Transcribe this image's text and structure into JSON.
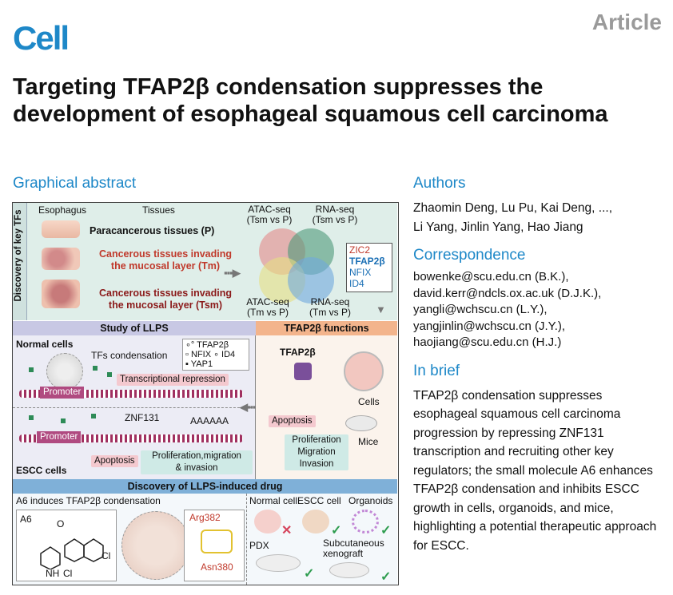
{
  "header": {
    "logo": "Cell",
    "label": "Article",
    "title": "Targeting TFAP2β condensation suppresses the development of esophageal squamous cell carcinoma"
  },
  "graphical_abstract": {
    "heading": "Graphical abstract",
    "side_label": "Discovery of key TFs",
    "col_esophagus": "Esophagus",
    "col_tissues": "Tissues",
    "tissue_p": "Paracancerous tissues (P)",
    "tissue_tm_1": "Cancerous tissues invading",
    "tissue_tm_2": "the mucosal layer (Tm)",
    "tissue_tsm_1": "Cancerous tissues invading",
    "tissue_tsm_2": "the mucosal layer (Tsm)",
    "atac_top_1": "ATAC-seq",
    "atac_top_2": "(Tsm vs P)",
    "rna_top_1": "RNA-seq",
    "rna_top_2": "(Tsm vs P)",
    "atac_bottom_1": "ATAC-seq",
    "atac_bottom_2": "(Tm vs P)",
    "rna_bottom_1": "RNA-seq",
    "rna_bottom_2": "(Tm vs P)",
    "tfs": [
      "ZIC2",
      "TFAP2β",
      "NFIX",
      "ID4"
    ],
    "band_llps": "Study of LLPS",
    "band_functions": "TFAP2β functions",
    "normal_cells": "Normal cells",
    "tfs_condensation": "TFs condensation",
    "tf_legend": [
      "TFAP2β",
      "NFIX",
      "ID4",
      "YAP1"
    ],
    "transcriptional_repression": "Transcriptional repression",
    "promoter": "Promoter",
    "znf131": "ZNF131",
    "polyA": "AAAAAA",
    "apoptosis": "Apoptosis",
    "prolif_migration_1": "Proliferation,migration",
    "prolif_migration_2": "& invasion",
    "escc_cells": "ESCC cells",
    "tfap2b": "TFAP2β",
    "cells": "Cells",
    "mice": "Mice",
    "apoptosis_right": "Apoptosis",
    "proliferation": "Proliferation",
    "migration": "Migration",
    "invasion": "Invasion",
    "band_drug": "Discovery of LLPS-induced drug",
    "a6_induces": "A6 induces TFAP2β condensation",
    "a6": "A6",
    "cl1": "Cl",
    "cl2": "Cl",
    "nh": "NH",
    "o": "O",
    "arg": "Arg382",
    "asn": "Asn380",
    "normal_cell": "Normal cell",
    "escc_cell": "ESCC cell",
    "organoids": "Organoids",
    "pdx": "PDX",
    "subcutaneous_1": "Subcutaneous",
    "subcutaneous_2": "xenograft"
  },
  "authors": {
    "heading": "Authors",
    "line1": "Zhaomin Deng, Lu Pu, Kai Deng, ...,",
    "line2": "Li Yang, Jinlin Yang, Hao Jiang"
  },
  "correspondence": {
    "heading": "Correspondence",
    "emails": [
      "bowenke@scu.edu.cn (B.K.),",
      "david.kerr@ndcls.ox.ac.uk (D.J.K.),",
      "yangli@wchscu.cn (L.Y.),",
      "yangjinlin@wchscu.cn (J.Y.),",
      "haojiang@scu.edu.cn (H.J.)"
    ]
  },
  "in_brief": {
    "heading": "In brief",
    "text": "TFAP2β condensation suppresses esophageal squamous cell carcinoma progression by repressing ZNF131 transcription and recruiting other key regulators; the small molecule A6 enhances TFAP2β condensation and inhibits ESCC growth in cells, organoids, and mice, highlighting a potential therapeutic approach for ESCC."
  }
}
